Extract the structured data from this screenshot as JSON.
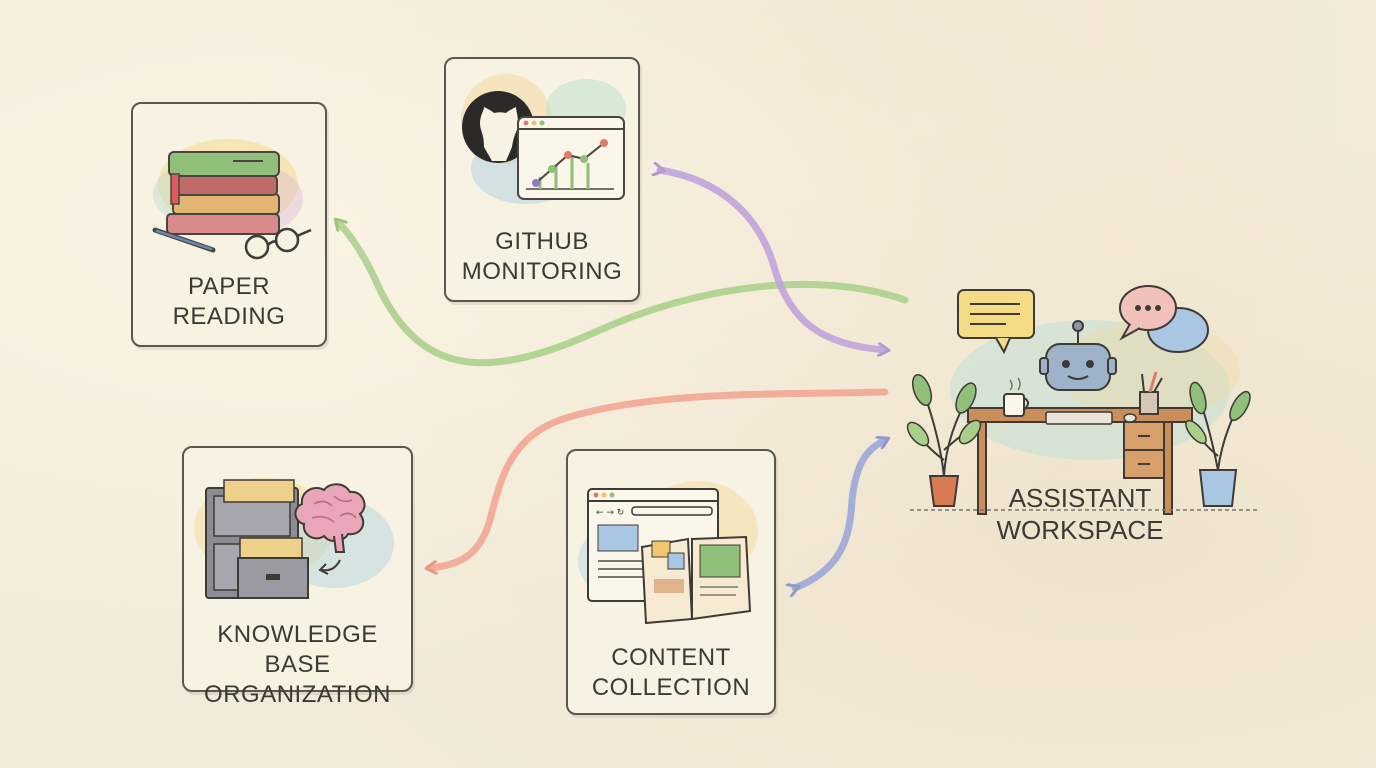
{
  "nodes": {
    "paper_reading": {
      "line1": "PAPER",
      "line2": "READING"
    },
    "github_monitoring": {
      "line1": "GITHUB",
      "line2": "MONITORING"
    },
    "knowledge_base": {
      "line1": "KNOWLEDGE BASE",
      "line2": "ORGANIZATION"
    },
    "content_collection": {
      "line1": "CONTENT",
      "line2": "COLLECTION"
    },
    "assistant_workspace": {
      "line1": "ASSISTANT",
      "line2": "WORKSPACE"
    }
  },
  "colors": {
    "paper_arrow": "#9fc97e",
    "github_arrow": "#b79ad6",
    "knowledge_arrow": "#ef9a86",
    "content_arrow": "#8f9cd2",
    "card_border": "#5b5750",
    "background": "#f3ebd9"
  },
  "icons": {
    "paper_reading": [
      "books-icon",
      "pen-icon",
      "glasses-icon"
    ],
    "github_monitoring": [
      "github-logo-icon",
      "line-chart-window-icon"
    ],
    "knowledge_base": [
      "file-cabinet-icon",
      "brain-icon"
    ],
    "content_collection": [
      "browser-window-icon",
      "open-notebook-icon"
    ],
    "assistant_workspace": [
      "robot-icon",
      "desk-icon",
      "chat-bubbles-icon",
      "plant-icon",
      "coffee-mug-icon",
      "keyboard-icon",
      "tool-cup-icon"
    ]
  }
}
